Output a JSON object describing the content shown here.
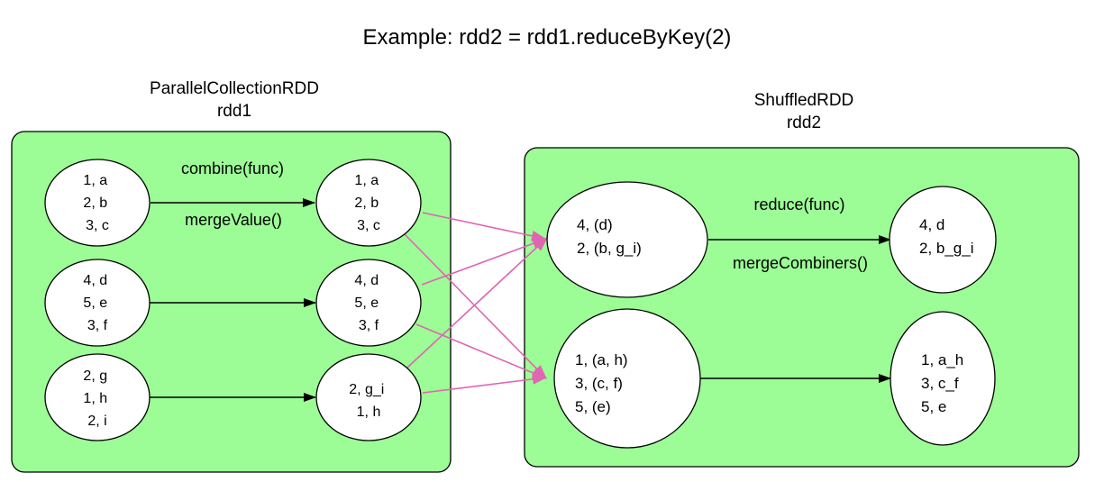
{
  "title": "Example: rdd2 = rdd1.reduceByKey(2)",
  "rdd1": {
    "type": "ParallelCollectionRDD",
    "name": "rdd1"
  },
  "rdd2": {
    "type": "ShuffledRDD",
    "name": "rdd2"
  },
  "colors": {
    "cluster_fill": "#9cfc96",
    "node_fill": "#ffffff",
    "shuffle_edge": "#e065b3",
    "edge": "#000000"
  },
  "nodes": {
    "p0": [
      "1, a",
      "2, b",
      "3, c"
    ],
    "p1": [
      "4, d",
      "5, e",
      "3, f"
    ],
    "p2": [
      "2, g",
      "1, h",
      "2, i"
    ],
    "c0": [
      "1, a",
      "2, b",
      "3, c"
    ],
    "c1": [
      "4, d",
      "5, e",
      "3, f"
    ],
    "c2": [
      "2, g_i",
      "1, h"
    ],
    "s0": [
      "4, (d)",
      "2, (b, g_i)"
    ],
    "s1": [
      "1, (a, h)",
      "3, (c, f)",
      "5, (e)"
    ],
    "r0": [
      "4, d",
      "2, b_g_i"
    ],
    "r1": [
      "1, a_h",
      "3, c_f",
      "5, e"
    ]
  },
  "edge_labels": {
    "combine": "combine(func)",
    "merge_value": "mergeValue()",
    "reduce": "reduce(func)",
    "merge_combiners": "mergeCombiners()"
  }
}
